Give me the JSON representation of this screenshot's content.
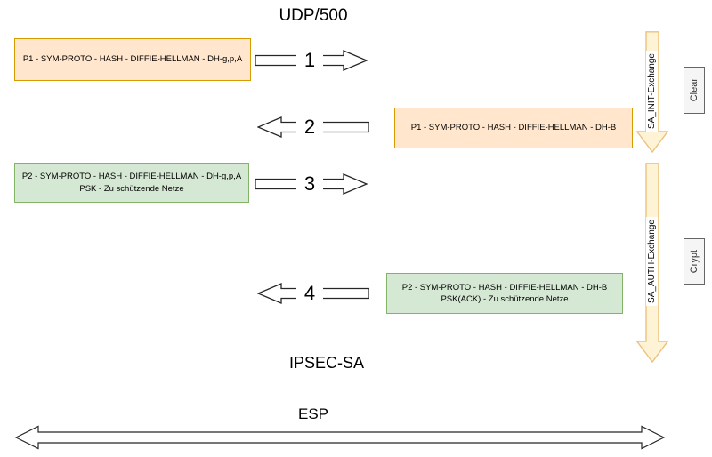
{
  "title": "UDP/500",
  "boxes": {
    "p1_initiator": {
      "line1": "P1 - SYM-PROTO - HASH - DIFFIE-HELLMAN - DH-g,p,A"
    },
    "p1_responder": {
      "line1": "P1 - SYM-PROTO - HASH - DIFFIE-HELLMAN - DH-B"
    },
    "p2_initiator": {
      "line1": "P2 - SYM-PROTO - HASH - DIFFIE-HELLMAN - DH-g,p,A",
      "line2": "PSK - Zu schützende Netze"
    },
    "p2_responder": {
      "line1": "P2 - SYM-PROTO - HASH - DIFFIE-HELLMAN - DH-B",
      "line2": "PSK(ACK) - Zu schützende Netze"
    }
  },
  "steps": {
    "s1": "1",
    "s2": "2",
    "s3": "3",
    "s4": "4"
  },
  "exchanges": {
    "init": "SA_INIT-Exchange",
    "auth": "SA_AUTH-Exchange"
  },
  "modes": {
    "clear": "Clear",
    "crypt": "Crypt"
  },
  "labels": {
    "ipsec_sa": "IPSEC-SA",
    "esp": "ESP"
  },
  "colors": {
    "phase1_box_fill": "#FFE6CC",
    "phase1_box_border": "#D79B00",
    "phase2_box_fill": "#D5E8D4",
    "phase2_box_border": "#82B366",
    "exchange_arrow_fill": "#FFF3D6",
    "exchange_arrow_border": "#EBC27E",
    "mode_box_fill": "#F5F5F5",
    "mode_box_border": "#666666",
    "outline_arrow_stroke": "#262626"
  }
}
